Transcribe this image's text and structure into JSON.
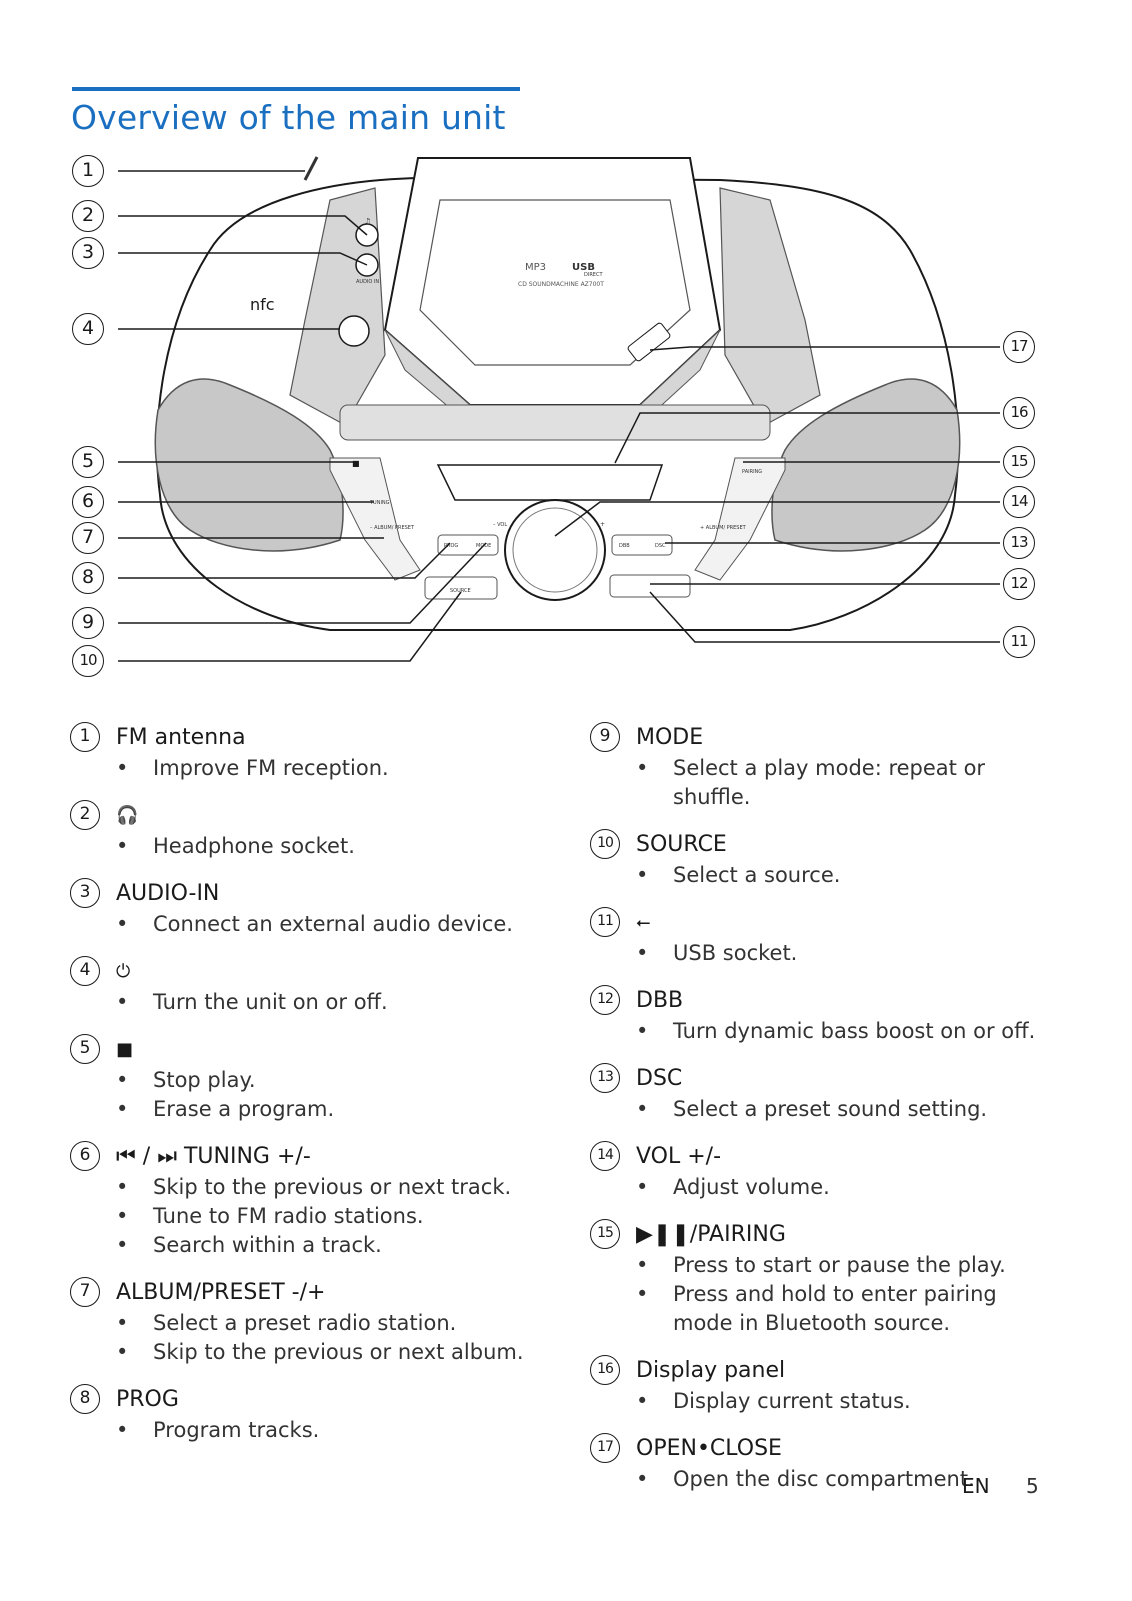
{
  "page": {
    "title": "Overview of the main unit",
    "language": "EN",
    "page_number": "5"
  },
  "figure": {
    "callouts": [
      "1",
      "2",
      "3",
      "4",
      "5",
      "6",
      "7",
      "8",
      "9",
      "10",
      "11",
      "12",
      "13",
      "14",
      "15",
      "16",
      "17"
    ],
    "device_labels": {
      "headphone": "♫",
      "audio_in": "AUDIO IN",
      "nfc": "nfc",
      "model": "CD SOUNDMACHINE AZ700T",
      "mp3": "MP3",
      "usb": "USB",
      "direct": "DIRECT",
      "open_close": "OPEN•CLOSE",
      "pairing": "PAIRING",
      "tuning": "TUNING",
      "album_preset_left": "– ALBUM/ PRESET",
      "album_preset_right": "+ ALBUM/ PRESET",
      "vol_minus": "– VOL",
      "vol_plus": "+",
      "prog": "PROG",
      "mode": "MODE",
      "dbb": "DBB",
      "dsc": "DSC",
      "source": "SOURCE"
    }
  },
  "left_items": [
    {
      "num": "1",
      "title": "FM antenna",
      "icon": "",
      "bullets": [
        "Improve FM reception."
      ]
    },
    {
      "num": "2",
      "title": "",
      "icon": "🎧",
      "bullets": [
        "Headphone socket."
      ]
    },
    {
      "num": "3",
      "title": "AUDIO-IN",
      "icon": "",
      "bullets": [
        "Connect an external audio device."
      ]
    },
    {
      "num": "4",
      "title": "",
      "icon": "⏻",
      "bullets": [
        "Turn the unit on or off."
      ]
    },
    {
      "num": "5",
      "title": "",
      "icon": "■",
      "bullets": [
        "Stop play.",
        "Erase a program."
      ]
    },
    {
      "num": "6",
      "title": "⏮ / ⏭ TUNING +/-",
      "icon": "",
      "bullets": [
        "Skip to the previous or next track.",
        "Tune to FM radio stations.",
        "Search within a track."
      ]
    },
    {
      "num": "7",
      "title": "ALBUM/PRESET -/+",
      "icon": "",
      "bullets": [
        "Select a preset radio station.",
        "Skip to the previous or next album."
      ]
    },
    {
      "num": "8",
      "title": "PROG",
      "icon": "",
      "bullets": [
        "Program tracks."
      ]
    }
  ],
  "right_items": [
    {
      "num": "9",
      "title": "MODE",
      "icon": "",
      "bullets": [
        "Select a play mode: repeat or shuffle."
      ]
    },
    {
      "num": "10",
      "title": "SOURCE",
      "icon": "",
      "bullets": [
        "Select a source."
      ]
    },
    {
      "num": "11",
      "title": "",
      "icon": "⭠",
      "bullets": [
        "USB socket."
      ]
    },
    {
      "num": "12",
      "title": "DBB",
      "icon": "",
      "bullets": [
        "Turn dynamic bass boost on or off."
      ]
    },
    {
      "num": "13",
      "title": "DSC",
      "icon": "",
      "bullets": [
        "Select a preset sound setting."
      ]
    },
    {
      "num": "14",
      "title": "VOL +/-",
      "icon": "",
      "bullets": [
        "Adjust volume."
      ]
    },
    {
      "num": "15",
      "title": "▶❚❚/PAIRING",
      "icon": "",
      "bullets": [
        "Press to start or pause the play.",
        "Press and hold to enter pairing mode in Bluetooth source."
      ]
    },
    {
      "num": "16",
      "title": "Display panel",
      "icon": "",
      "bullets": [
        "Display current status."
      ]
    },
    {
      "num": "17",
      "title": "OPEN•CLOSE",
      "icon": "",
      "bullets": [
        "Open the disc compartment."
      ]
    }
  ]
}
